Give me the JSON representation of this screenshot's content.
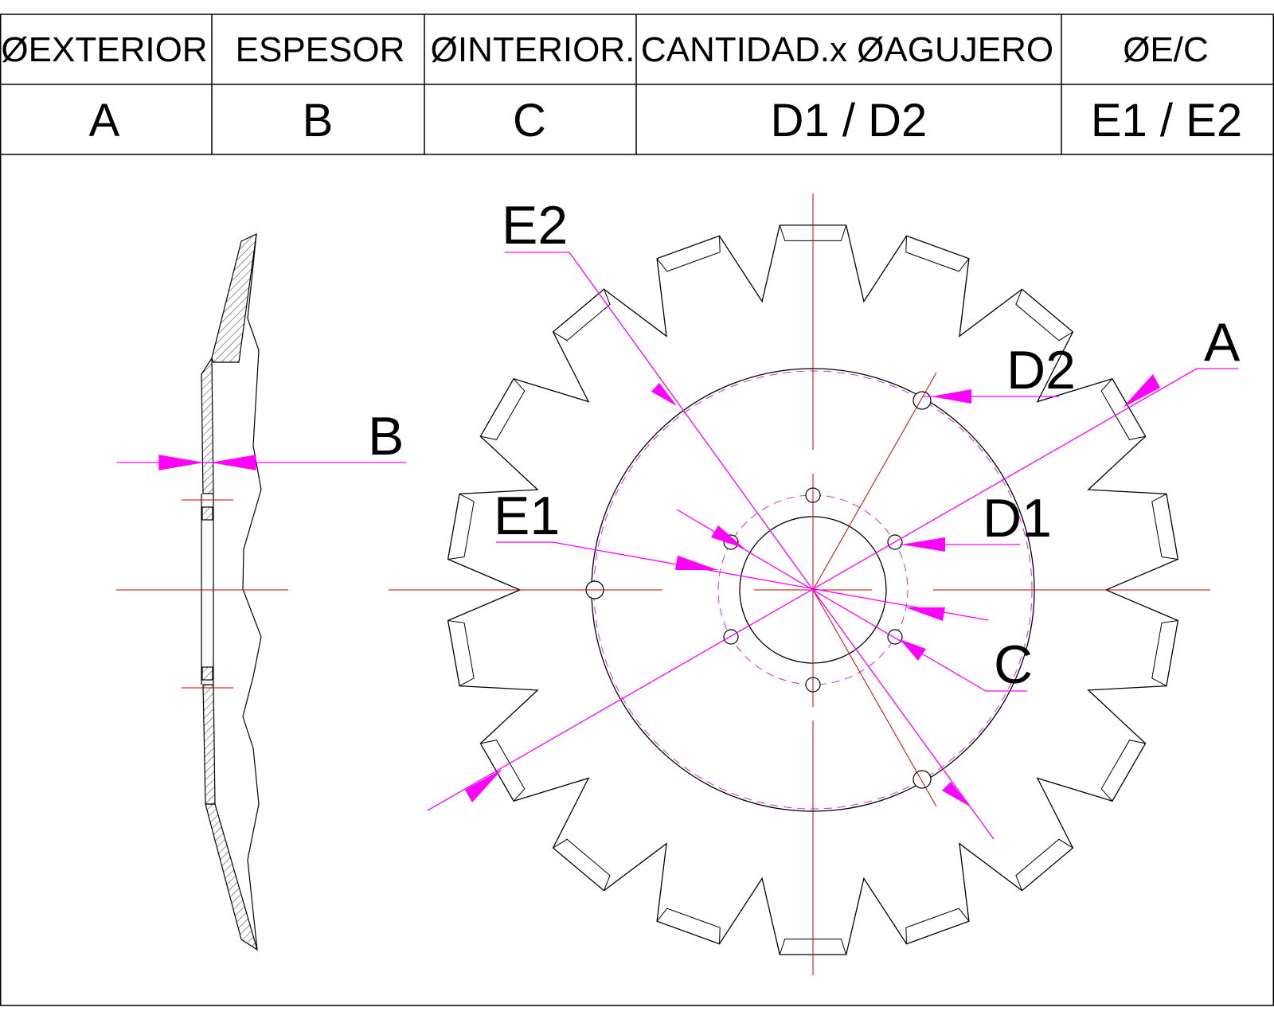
{
  "table": {
    "headers": [
      "ØEXTERIOR",
      "ESPESOR",
      "ØINTERIOR.",
      "CANTIDAD.x ØAGUJERO",
      "ØE/C"
    ],
    "symbols": [
      "A",
      "B",
      "C",
      "D1 / D2",
      "E1 / E2"
    ]
  },
  "drawing": {
    "side_view_label": "B",
    "front_view_labels": [
      "E2",
      "A",
      "D2",
      "E1",
      "D1",
      "C"
    ],
    "tooth_count": 18,
    "colors": {
      "outline": "#000000",
      "centerline": "#cc0000",
      "dimension": "#ff00ff"
    }
  }
}
